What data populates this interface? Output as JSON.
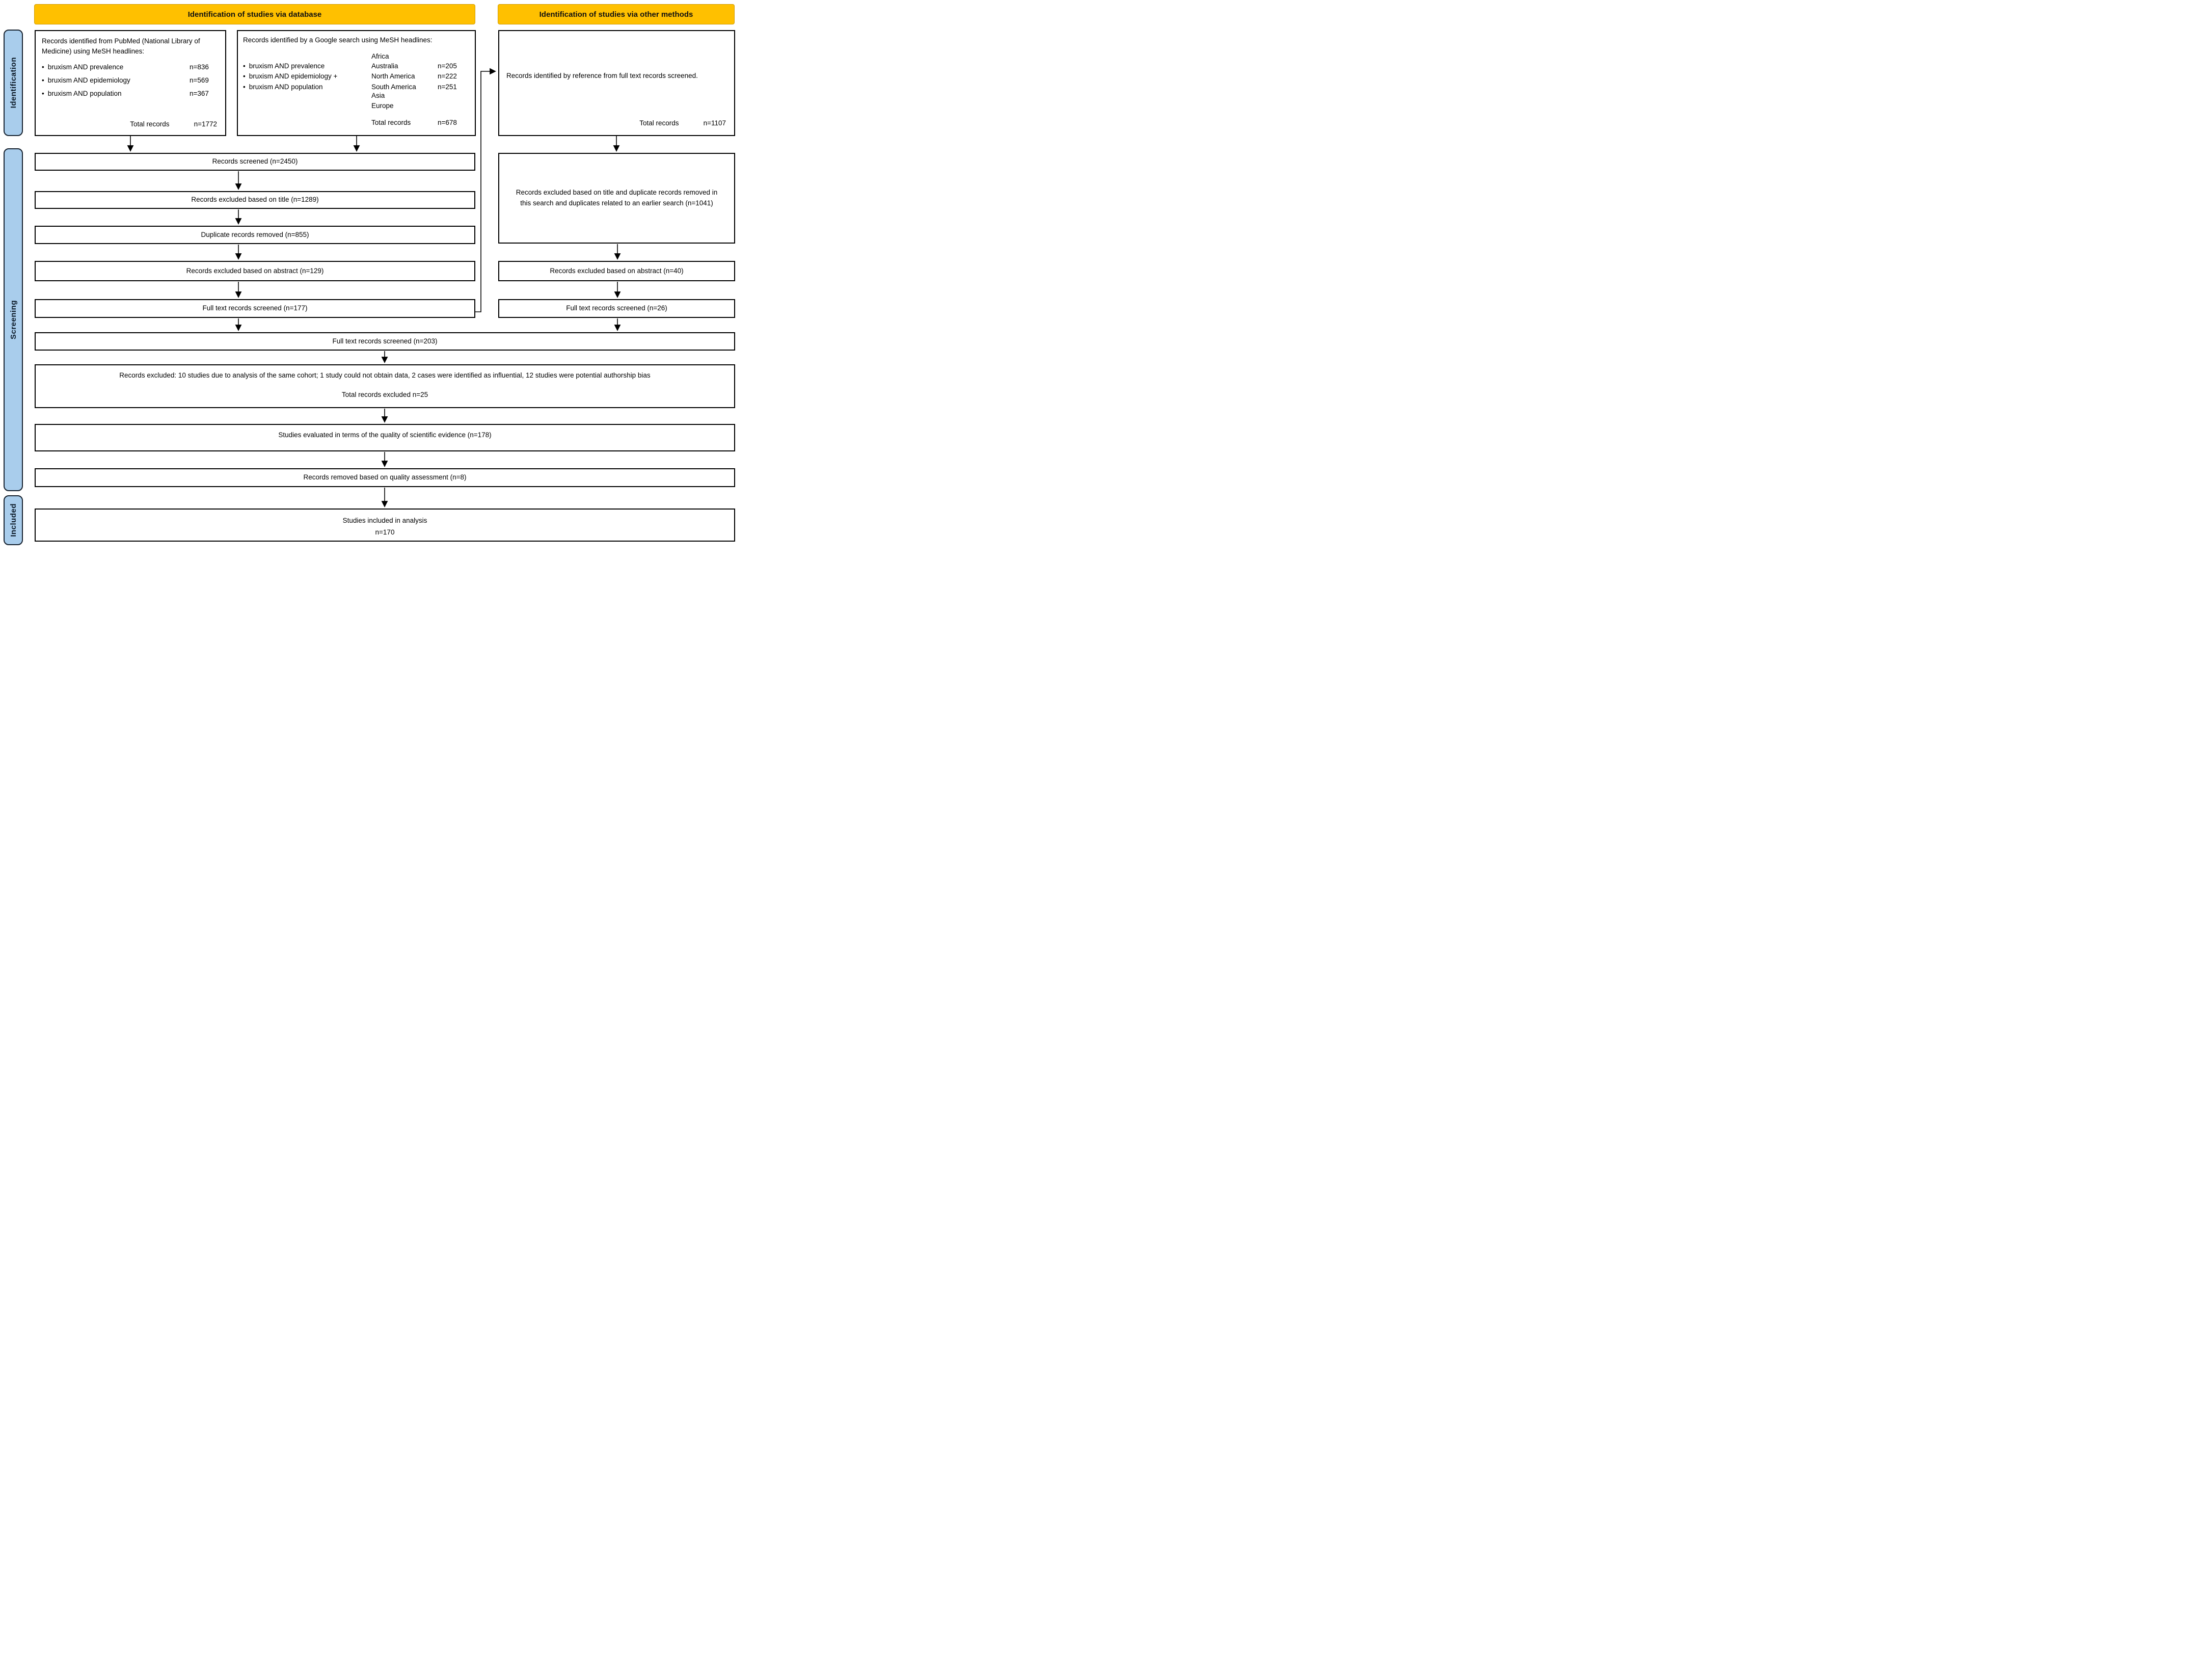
{
  "headers": {
    "database": "Identification of studies via database",
    "other": "Identification of studies via other methods"
  },
  "sidebar": {
    "identification": "Identification",
    "screening": "Screening",
    "included": "Included"
  },
  "colors": {
    "header_bg": "#FFC000",
    "sidebar_bg": "#A9CDEC",
    "box_border": "#000000"
  },
  "bullet": "•",
  "pubmed_box": {
    "intro": "Records identified from PubMed (National Library of Medicine) using MeSH headlines:",
    "items": [
      {
        "label": "bruxism AND prevalence",
        "n": "n=836"
      },
      {
        "label": "bruxism AND epidemiology",
        "n": "n=569"
      },
      {
        "label": "bruxism AND population",
        "n": "n=367"
      }
    ],
    "total_label": "Total records",
    "total_n": "n=1772"
  },
  "google_box": {
    "intro": "Records identified by a Google search using MeSH headlines:",
    "items": [
      {
        "label": "bruxism AND prevalence"
      },
      {
        "label": "bruxism AND epidemiology  +"
      },
      {
        "label": "bruxism AND population"
      }
    ],
    "regions": [
      {
        "name": "Africa",
        "n": ""
      },
      {
        "name": "Australia",
        "n": "n=205"
      },
      {
        "name": "North America",
        "n": "n=222"
      },
      {
        "name": "South America",
        "n": "n=251"
      },
      {
        "name": "Asia",
        "n": ""
      },
      {
        "name": "Europe",
        "n": ""
      }
    ],
    "total_label": "Total records",
    "total_n": "n=678"
  },
  "reference_box": {
    "text": "Records identified by reference from full text records screened.",
    "total_label": "Total records",
    "total_n": "n=1107"
  },
  "left_flow": [
    "Records screened (n=2450)",
    "Records excluded based on title (n=1289)",
    "Duplicate records removed  (n=855)",
    "Records excluded based on abstract  (n=129)",
    "Full text records screened (n=177)"
  ],
  "right_flow": [
    "Records excluded based on title and duplicate records removed in this search and duplicates related to an earlier search (n=1041)",
    "Records excluded based on abstract  (n=40)",
    "Full text records screened (n=26)"
  ],
  "merged_flow": {
    "full_text": "Full text records screened (n=203)",
    "excluded_line1": "Records excluded: 10 studies due to analysis of the same cohort; 1 study could not obtain data, 2 cases were identified as influential, 12 studies were potential authorship bias",
    "excluded_line2": "Total records excluded n=25",
    "evaluated": "Studies evaluated in terms of the quality of scientific evidence (n=178)",
    "removed_quality": "Records removed based on quality assessment (n=8)",
    "included_line1": "Studies included in analysis",
    "included_line2": "n=170"
  }
}
